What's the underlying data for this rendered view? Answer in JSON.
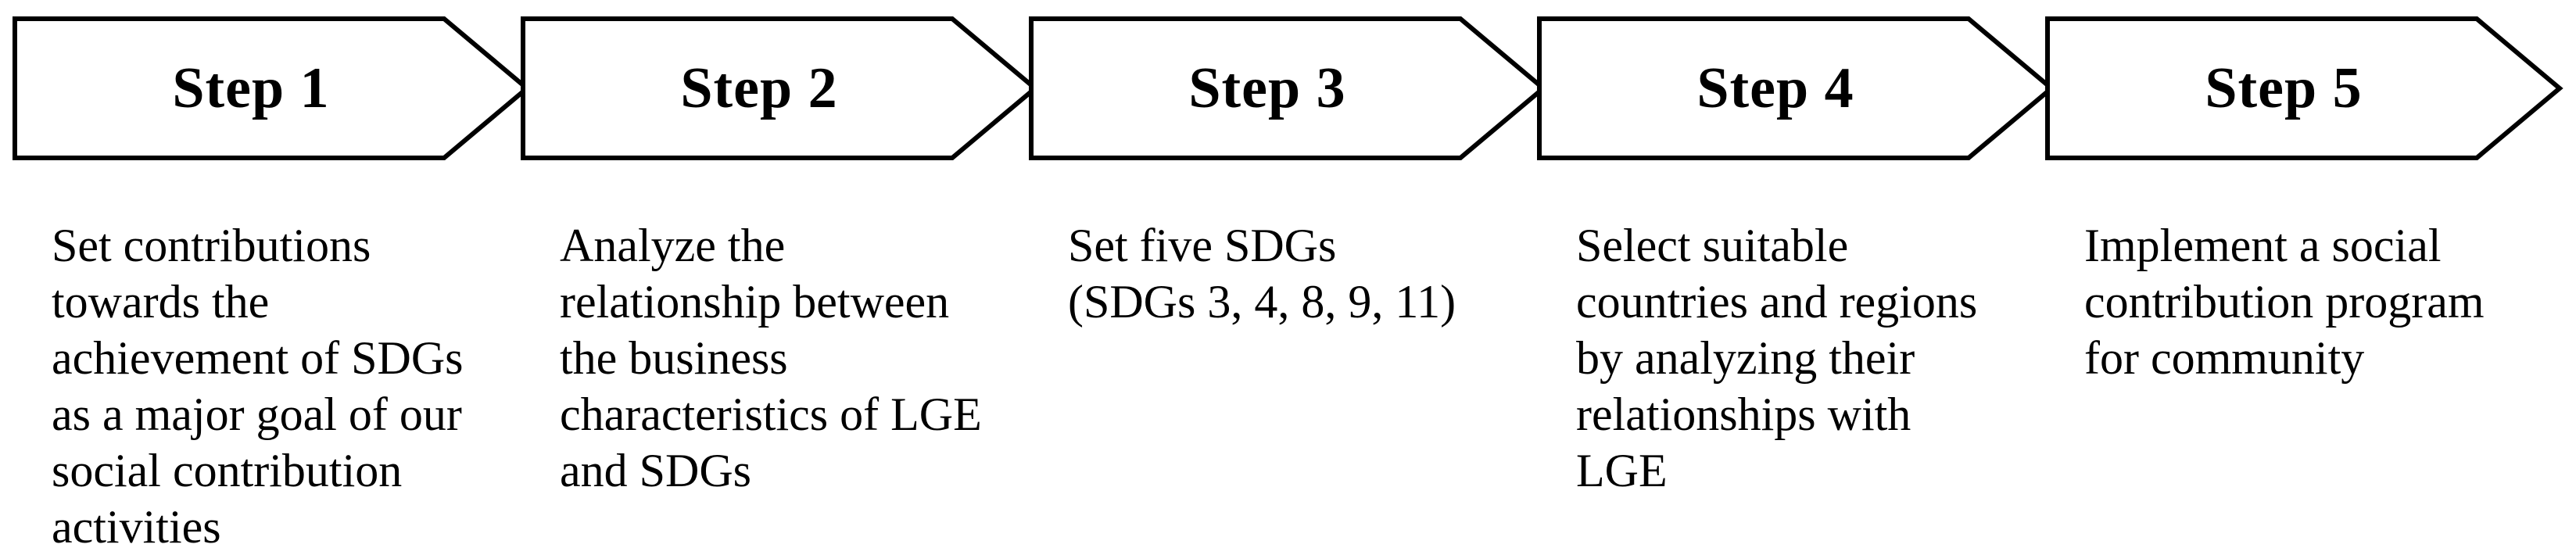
{
  "diagram": {
    "type": "process-flow-chevrons",
    "background_color": "#ffffff",
    "shape_fill_color": "#ffffff",
    "border_color": "#000000",
    "text_color": "#000000",
    "step_count": 5
  },
  "steps": [
    {
      "label": "Step 1",
      "description": "Set contributions\ntowards the\nachievement of SDGs\nas a major goal of our\nsocial contribution\nactivities"
    },
    {
      "label": "Step 2",
      "description": "Analyze the\nrelationship between\nthe business\ncharacteristics of LGE\nand SDGs"
    },
    {
      "label": "Step 3",
      "description": "Set five SDGs\n(SDGs 3, 4, 8, 9, 11)"
    },
    {
      "label": "Step 4",
      "description": "Select suitable\ncountries and regions\nby analyzing their\nrelationships with\nLGE"
    },
    {
      "label": "Step 5",
      "description": "Implement a social\ncontribution program\nfor community"
    }
  ]
}
